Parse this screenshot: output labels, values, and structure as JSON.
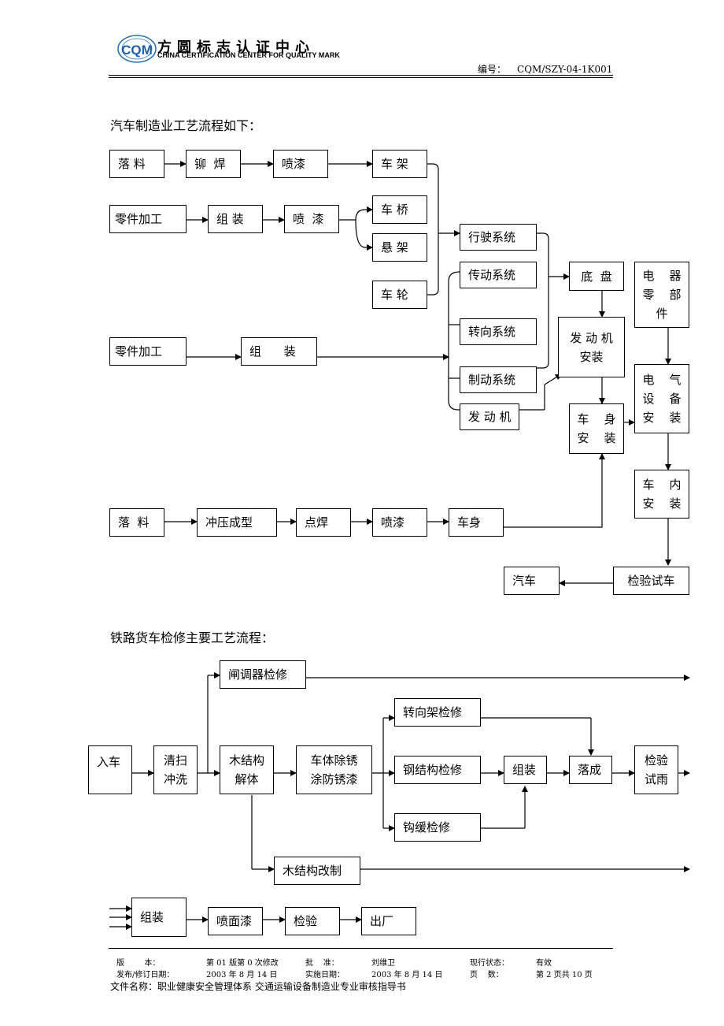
{
  "header": {
    "logo_text": "CQM",
    "org_cn": "方圆标志认证中心",
    "org_en": "CHINA CERTIFICATION CENTER FOR QUALITY MARK",
    "doc_no_label": "编号：",
    "doc_no": "CQM/SZY-04-1K001"
  },
  "section1": {
    "title": "汽车制造业工艺流程如下：",
    "boxes": {
      "luoliao1": "落 料",
      "maohan": "铆  焊",
      "penqi1": "喷漆",
      "chejia": "车 架",
      "ljjg1": "零件加工",
      "zuzhuang1": "组 装",
      "penqi2": "喷  漆",
      "cheqiao": "车 桥",
      "xuanjia": "悬 架",
      "chelun": "车 轮",
      "xingshi": "行驶系统",
      "chuandong": "传动系统",
      "zhuanxiang": "转向系统",
      "zhidong": "制动系统",
      "fadongji": "发 动 机",
      "dipan": "底  盘",
      "fdjaz": "发 动 机\n安装",
      "dqljj": "电    器\n零    部\n件",
      "dqsbaz": "电    气\n设    备\n安    装",
      "cheshenaz": "车    身\n安    装",
      "cheneiaz": "车    内\n安    装",
      "ljjg2": "零件加工",
      "zuzhuang2": "组      装",
      "luoliao2": "落  料",
      "chongya": "冲压成型",
      "dianhan": "点焊",
      "penqi3": "喷漆",
      "cheshen": "车身",
      "qiche": "汽车",
      "jianyan": "检验试车"
    }
  },
  "section2": {
    "title": "铁路货车检修主要工艺流程：",
    "boxes": {
      "ruche": "入车",
      "qingsao": "清扫\n冲洗",
      "mujiegou": "木结构\n解体",
      "chuxiu": "车体除锈\n涂防锈漆",
      "zhatiao": "闸调器检修",
      "zhuanxiangjia": "转向架检修",
      "gangjiegou": "钢结构检修",
      "gouhuan": "钩缓检修",
      "zuzhuang": "组装",
      "luocheng": "落成",
      "jianyanshiyu": "检验\n试雨",
      "mujiegougaizhi": "木结构改制",
      "zuzhuang_b": "组装",
      "penmianqi": "喷面漆",
      "jianyan_b": "检验",
      "chuchang": "出厂"
    }
  },
  "footer": {
    "r1": {
      "l1": "版        本：",
      "v1": "第 01 版第 0 次修改",
      "l2": "批    准：",
      "v2": "刘维卫",
      "l3": "现行状态：",
      "v3": "有效"
    },
    "r2": {
      "l1": "发布/修订日期：",
      "v1": "2003 年 8 月 14 日",
      "l2": "实施日期：",
      "v2": "2003 年 8 月 14 日",
      "l3": "页    数：",
      "v3": "第 2 页共 10 页"
    },
    "file_name": "文件名称：职业健康安全管理体系  交通运输设备制造业专业审核指导书"
  }
}
